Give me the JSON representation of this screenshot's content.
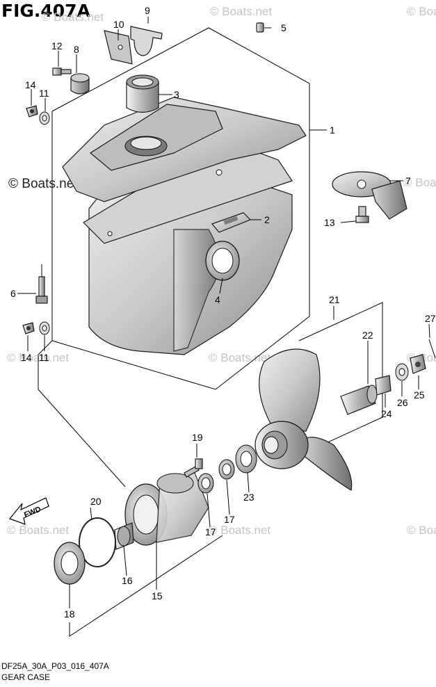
{
  "figure": {
    "title": "FIG.407A",
    "footer_code": "DF25A_30A_P03_016_407A",
    "footer_name": "GEAR CASE",
    "fwd_label": "FWD"
  },
  "watermark": {
    "text": "© Boats.net"
  },
  "callouts": [
    {
      "key": "c1",
      "text": "1"
    },
    {
      "key": "c2",
      "text": "2"
    },
    {
      "key": "c3",
      "text": "3"
    },
    {
      "key": "c4",
      "text": "4"
    },
    {
      "key": "c5",
      "text": "5"
    },
    {
      "key": "c6",
      "text": "6"
    },
    {
      "key": "c7",
      "text": "7"
    },
    {
      "key": "c8",
      "text": "8"
    },
    {
      "key": "c9",
      "text": "9"
    },
    {
      "key": "c10",
      "text": "10"
    },
    {
      "key": "c11a",
      "text": "11"
    },
    {
      "key": "c11b",
      "text": "11"
    },
    {
      "key": "c12",
      "text": "12"
    },
    {
      "key": "c13",
      "text": "13"
    },
    {
      "key": "c14a",
      "text": "14"
    },
    {
      "key": "c14b",
      "text": "14"
    },
    {
      "key": "c15",
      "text": "15"
    },
    {
      "key": "c16",
      "text": "16"
    },
    {
      "key": "c17a",
      "text": "17"
    },
    {
      "key": "c17b",
      "text": "17"
    },
    {
      "key": "c18",
      "text": "18"
    },
    {
      "key": "c19",
      "text": "19"
    },
    {
      "key": "c20",
      "text": "20"
    },
    {
      "key": "c21",
      "text": "21"
    },
    {
      "key": "c22",
      "text": "22"
    },
    {
      "key": "c23",
      "text": "23"
    },
    {
      "key": "c24",
      "text": "24"
    },
    {
      "key": "c25",
      "text": "25"
    },
    {
      "key": "c26",
      "text": "26"
    },
    {
      "key": "c27",
      "text": "27"
    }
  ]
}
